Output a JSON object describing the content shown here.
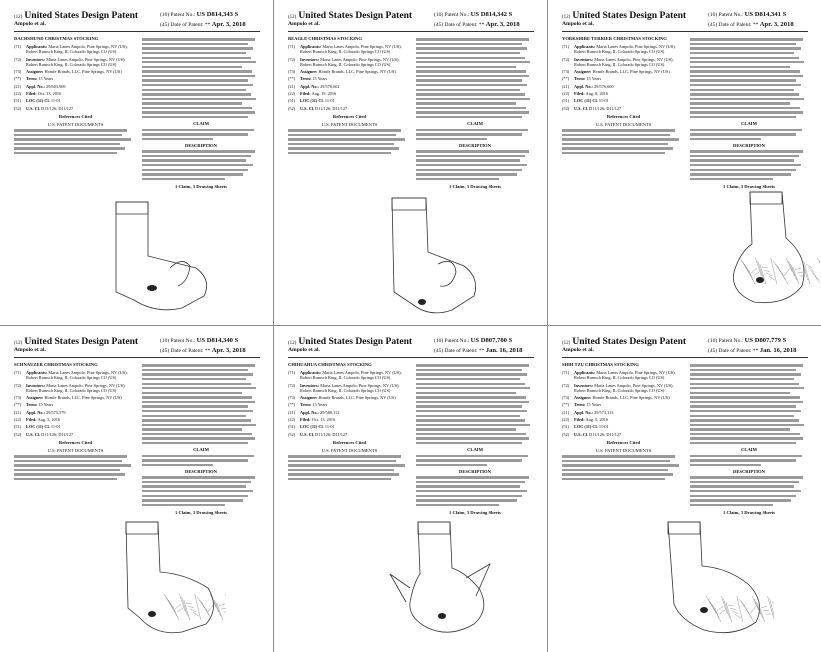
{
  "pages": [
    {
      "kind_no": "(12)",
      "header_title": "United States Design Patent",
      "inventor": "Ampolo et al.",
      "patent_label_no": "(10)",
      "patent_label": "Patent No.:",
      "patent_number": "US D814,343 S",
      "date_label_no": "(45)",
      "date_label": "Date of Patent:",
      "date_star": "**",
      "date": "Apr. 3, 2018",
      "title": "DACHSHUND CHRISTMAS STOCKING",
      "fields": [
        {
          "code": "(71)",
          "label": "Applicants:",
          "text": "Maria Lanes Ampolo, Pine Springs, NV (US); Robert Rumsch King, IL Colorado Springs CO (US)"
        },
        {
          "code": "(72)",
          "label": "Inventors:",
          "text": "Maria Lanes Ampolo, Pine Springs, NV (US); Robert Rumsch King, IL Colorado Springs CO (US)"
        },
        {
          "code": "(73)",
          "label": "Assignee:",
          "text": "Homfe Brands, LLC, Pine Springs, NV (US)"
        },
        {
          "code": "(**)",
          "label": "Term:",
          "text": "15 Years"
        },
        {
          "code": "(21)",
          "label": "Appl. No.:",
          "text": "29/603,969"
        },
        {
          "code": "(22)",
          "label": "Filed:",
          "text": "Oct. 13, 2016"
        },
        {
          "code": "(51)",
          "label": "LOC (11) Cl.",
          "text": "11-01"
        },
        {
          "code": "(52)",
          "label": "U.S. Cl.",
          "text": "D11/126; D11/127"
        }
      ],
      "refs_heading": "References Cited",
      "refs_sub": "U.S. PATENT DOCUMENTS",
      "description_heading": "DESCRIPTION",
      "claim_heading": "CLAIM",
      "claims_footer": "1 Claim, 3 Drawing Sheets"
    },
    {
      "kind_no": "(12)",
      "header_title": "United States Design Patent",
      "inventor": "Ampolo et al.",
      "patent_label_no": "(10)",
      "patent_label": "Patent No.:",
      "patent_number": "US D814,342 S",
      "date_label_no": "(45)",
      "date_label": "Date of Patent:",
      "date_star": "**",
      "date": "Apr. 3, 2018",
      "title": "BEAGLE CHRISTMAS STOCKING",
      "fields": [
        {
          "code": "(71)",
          "label": "Applicants:",
          "text": "Maria Lanes Ampolo, Pine Springs, NV (US); Robert Rumsch King, IL Colorado Springs CO (US)"
        },
        {
          "code": "(72)",
          "label": "Inventors:",
          "text": "Maria Lanes Ampolo, Pine Springs, NV (US); Robert Rumsch King, IL Colorado Springs CO (US)"
        },
        {
          "code": "(73)",
          "label": "Assignee:",
          "text": "Homfe Brands, LLC, Pine Springs, NV (US)"
        },
        {
          "code": "(**)",
          "label": "Term:",
          "text": "15 Years"
        },
        {
          "code": "(21)",
          "label": "Appl. No.:",
          "text": "29/576,602"
        },
        {
          "code": "(22)",
          "label": "Filed:",
          "text": "Aug. 19, 2016"
        },
        {
          "code": "(51)",
          "label": "LOC (11) Cl.",
          "text": "11-01"
        },
        {
          "code": "(52)",
          "label": "U.S. Cl.",
          "text": "D11/126; D11/127"
        }
      ],
      "refs_heading": "References Cited",
      "refs_sub": "U.S. PATENT DOCUMENTS",
      "description_heading": "DESCRIPTION",
      "claim_heading": "CLAIM",
      "claims_footer": "1 Claim, 3 Drawing Sheets"
    },
    {
      "kind_no": "(12)",
      "header_title": "United States Design Patent",
      "inventor": "Ampolo et al.",
      "patent_label_no": "(10)",
      "patent_label": "Patent No.:",
      "patent_number": "US D814,341 S",
      "date_label_no": "(45)",
      "date_label": "Date of Patent:",
      "date_star": "**",
      "date": "Apr. 3, 2018",
      "title": "YORKSHIRE TERRIER CHRISTMAS STOCKING",
      "fields": [
        {
          "code": "(71)",
          "label": "Applicants:",
          "text": "Maria Lanes Ampolo, Pine Springs, NV (US); Robert Rumsch King, IL Colorado Springs CO (US)"
        },
        {
          "code": "(72)",
          "label": "Inventors:",
          "text": "Maria Lanes Ampolo, Pine Springs, NV (US); Robert Rumsch King, IL Colorado Springs CO (US)"
        },
        {
          "code": "(73)",
          "label": "Assignee:",
          "text": "Homfe Brands, LLC, Pine Springs, NV (US)"
        },
        {
          "code": "(**)",
          "label": "Term:",
          "text": "15 Years"
        },
        {
          "code": "(21)",
          "label": "Appl. No.:",
          "text": "29/576,600"
        },
        {
          "code": "(22)",
          "label": "Filed:",
          "text": "Aug. 8, 2016"
        },
        {
          "code": "(51)",
          "label": "LOC (11) Cl.",
          "text": "11-01"
        },
        {
          "code": "(52)",
          "label": "U.S. Cl.",
          "text": "D11/126; D11/127"
        }
      ],
      "refs_heading": "References Cited",
      "refs_sub": "U.S. PATENT DOCUMENTS",
      "description_heading": "DESCRIPTION",
      "claim_heading": "CLAIM",
      "claims_footer": "1 Claim, 3 Drawing Sheets"
    },
    {
      "kind_no": "(12)",
      "header_title": "United States Design Patent",
      "inventor": "Ampolo et al.",
      "patent_label_no": "(10)",
      "patent_label": "Patent No.:",
      "patent_number": "US D814,340 S",
      "date_label_no": "(45)",
      "date_label": "Date of Patent:",
      "date_star": "**",
      "date": "Apr. 3, 2018",
      "title": "SCHNAUZER CHRISTMAS STOCKING",
      "fields": [
        {
          "code": "(71)",
          "label": "Applicants:",
          "text": "Maria Lanes Ampolo, Pine Springs, NV (US); Robert Rumsch King, IL Colorado Springs CO (US)"
        },
        {
          "code": "(72)",
          "label": "Inventors:",
          "text": "Maria Lanes Ampolo, Pine Springs, NV (US); Robert Rumsch King, IL Colorado Springs CO (US)"
        },
        {
          "code": "(73)",
          "label": "Assignee:",
          "text": "Homfe Brands, LLC, Pine Springs, NV (US)"
        },
        {
          "code": "(**)",
          "label": "Term:",
          "text": "15 Years"
        },
        {
          "code": "(21)",
          "label": "Appl. No.:",
          "text": "29/575,579"
        },
        {
          "code": "(22)",
          "label": "Filed:",
          "text": "Aug. 5, 2016"
        },
        {
          "code": "(51)",
          "label": "LOC (11) Cl.",
          "text": "11-01"
        },
        {
          "code": "(52)",
          "label": "U.S. Cl.",
          "text": "D11/126; D11/127"
        }
      ],
      "refs_heading": "References Cited",
      "refs_sub": "U.S. PATENT DOCUMENTS",
      "description_heading": "DESCRIPTION",
      "claim_heading": "CLAIM",
      "claims_footer": "1 Claim, 3 Drawing Sheets"
    },
    {
      "kind_no": "(12)",
      "header_title": "United States Design Patent",
      "inventor": "Ampolo et al.",
      "patent_label_no": "(10)",
      "patent_label": "Patent No.:",
      "patent_number": "US D807,780 S",
      "date_label_no": "(45)",
      "date_label": "Date of Patent:",
      "date_star": "**",
      "date": "Jan. 16, 2018",
      "title": "CHIHUAHUA CHRISTMAS STOCKING",
      "fields": [
        {
          "code": "(71)",
          "label": "Applicants:",
          "text": "Maria Lanes Ampolo, Pine Springs, NV (US); Robert Rumsch King, IL Colorado Springs CO (US)"
        },
        {
          "code": "(72)",
          "label": "Inventors:",
          "text": "Maria Lanes Ampolo, Pine Springs, NV (US); Robert Rumsch King, IL Colorado Springs CO (US)"
        },
        {
          "code": "(73)",
          "label": "Assignee:",
          "text": "Homfe Brands, LLC, Pine Springs, NV (US)"
        },
        {
          "code": "(**)",
          "label": "Term:",
          "text": "15 Years"
        },
        {
          "code": "(21)",
          "label": "Appl. No.:",
          "text": "29/580,112"
        },
        {
          "code": "(22)",
          "label": "Filed:",
          "text": "Oct. 13, 2016"
        },
        {
          "code": "(51)",
          "label": "LOC (11) Cl.",
          "text": "11-01"
        },
        {
          "code": "(52)",
          "label": "U.S. Cl.",
          "text": "D11/126; D11/127"
        }
      ],
      "refs_heading": "References Cited",
      "refs_sub": "U.S. PATENT DOCUMENTS",
      "description_heading": "DESCRIPTION",
      "claim_heading": "CLAIM",
      "claims_footer": "1 Claim, 3 Drawing Sheets"
    },
    {
      "kind_no": "(12)",
      "header_title": "United States Design Patent",
      "inventor": "Ampolo et al.",
      "patent_label_no": "(10)",
      "patent_label": "Patent No.:",
      "patent_number": "US D807,779 S",
      "date_label_no": "(45)",
      "date_label": "Date of Patent:",
      "date_star": "**",
      "date": "Jan. 16, 2018",
      "title": "SHIH TZU CHRISTMAS STOCKING",
      "fields": [
        {
          "code": "(71)",
          "label": "Applicants:",
          "text": "Maria Lanes Ampolo, Pine Springs, NV (US); Robert Rumsch King, IL Colorado Springs CO (US)"
        },
        {
          "code": "(72)",
          "label": "Inventors:",
          "text": "Maria Lanes Ampolo, Pine Springs, NV (US); Robert Rumsch King, IL Colorado Springs CO (US)"
        },
        {
          "code": "(73)",
          "label": "Assignee:",
          "text": "Homfe Brands, LLC, Pine Springs, NV (US)"
        },
        {
          "code": "(**)",
          "label": "Term:",
          "text": "15 Years"
        },
        {
          "code": "(21)",
          "label": "Appl. No.:",
          "text": "29/573,113"
        },
        {
          "code": "(22)",
          "label": "Filed:",
          "text": "Aug. 5, 2016"
        },
        {
          "code": "(51)",
          "label": "LOC (11) Cl.",
          "text": "11-01"
        },
        {
          "code": "(52)",
          "label": "U.S. Cl.",
          "text": "D11/126; D11/127"
        }
      ],
      "refs_heading": "References Cited",
      "refs_sub": "U.S. PATENT DOCUMENTS",
      "description_heading": "DESCRIPTION",
      "claim_heading": "CLAIM",
      "claims_footer": "1 Claim, 3 Drawing Sheets"
    }
  ]
}
